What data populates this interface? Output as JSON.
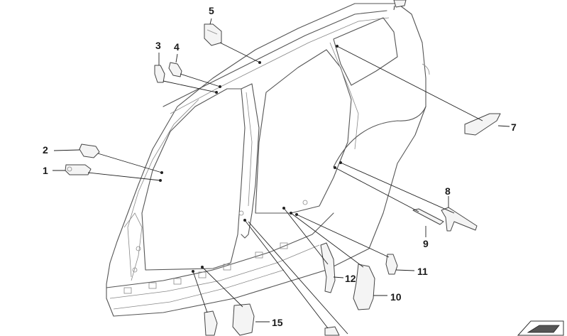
{
  "callouts": {
    "c1": "1",
    "c2": "2",
    "c3": "3",
    "c4": "4",
    "c5": "5",
    "c7": "7",
    "c8": "8",
    "c9": "9",
    "c10": "10",
    "c11": "11",
    "c12": "12",
    "c15": "15"
  },
  "icons": {
    "corner_badge": "part-badge-icon"
  }
}
